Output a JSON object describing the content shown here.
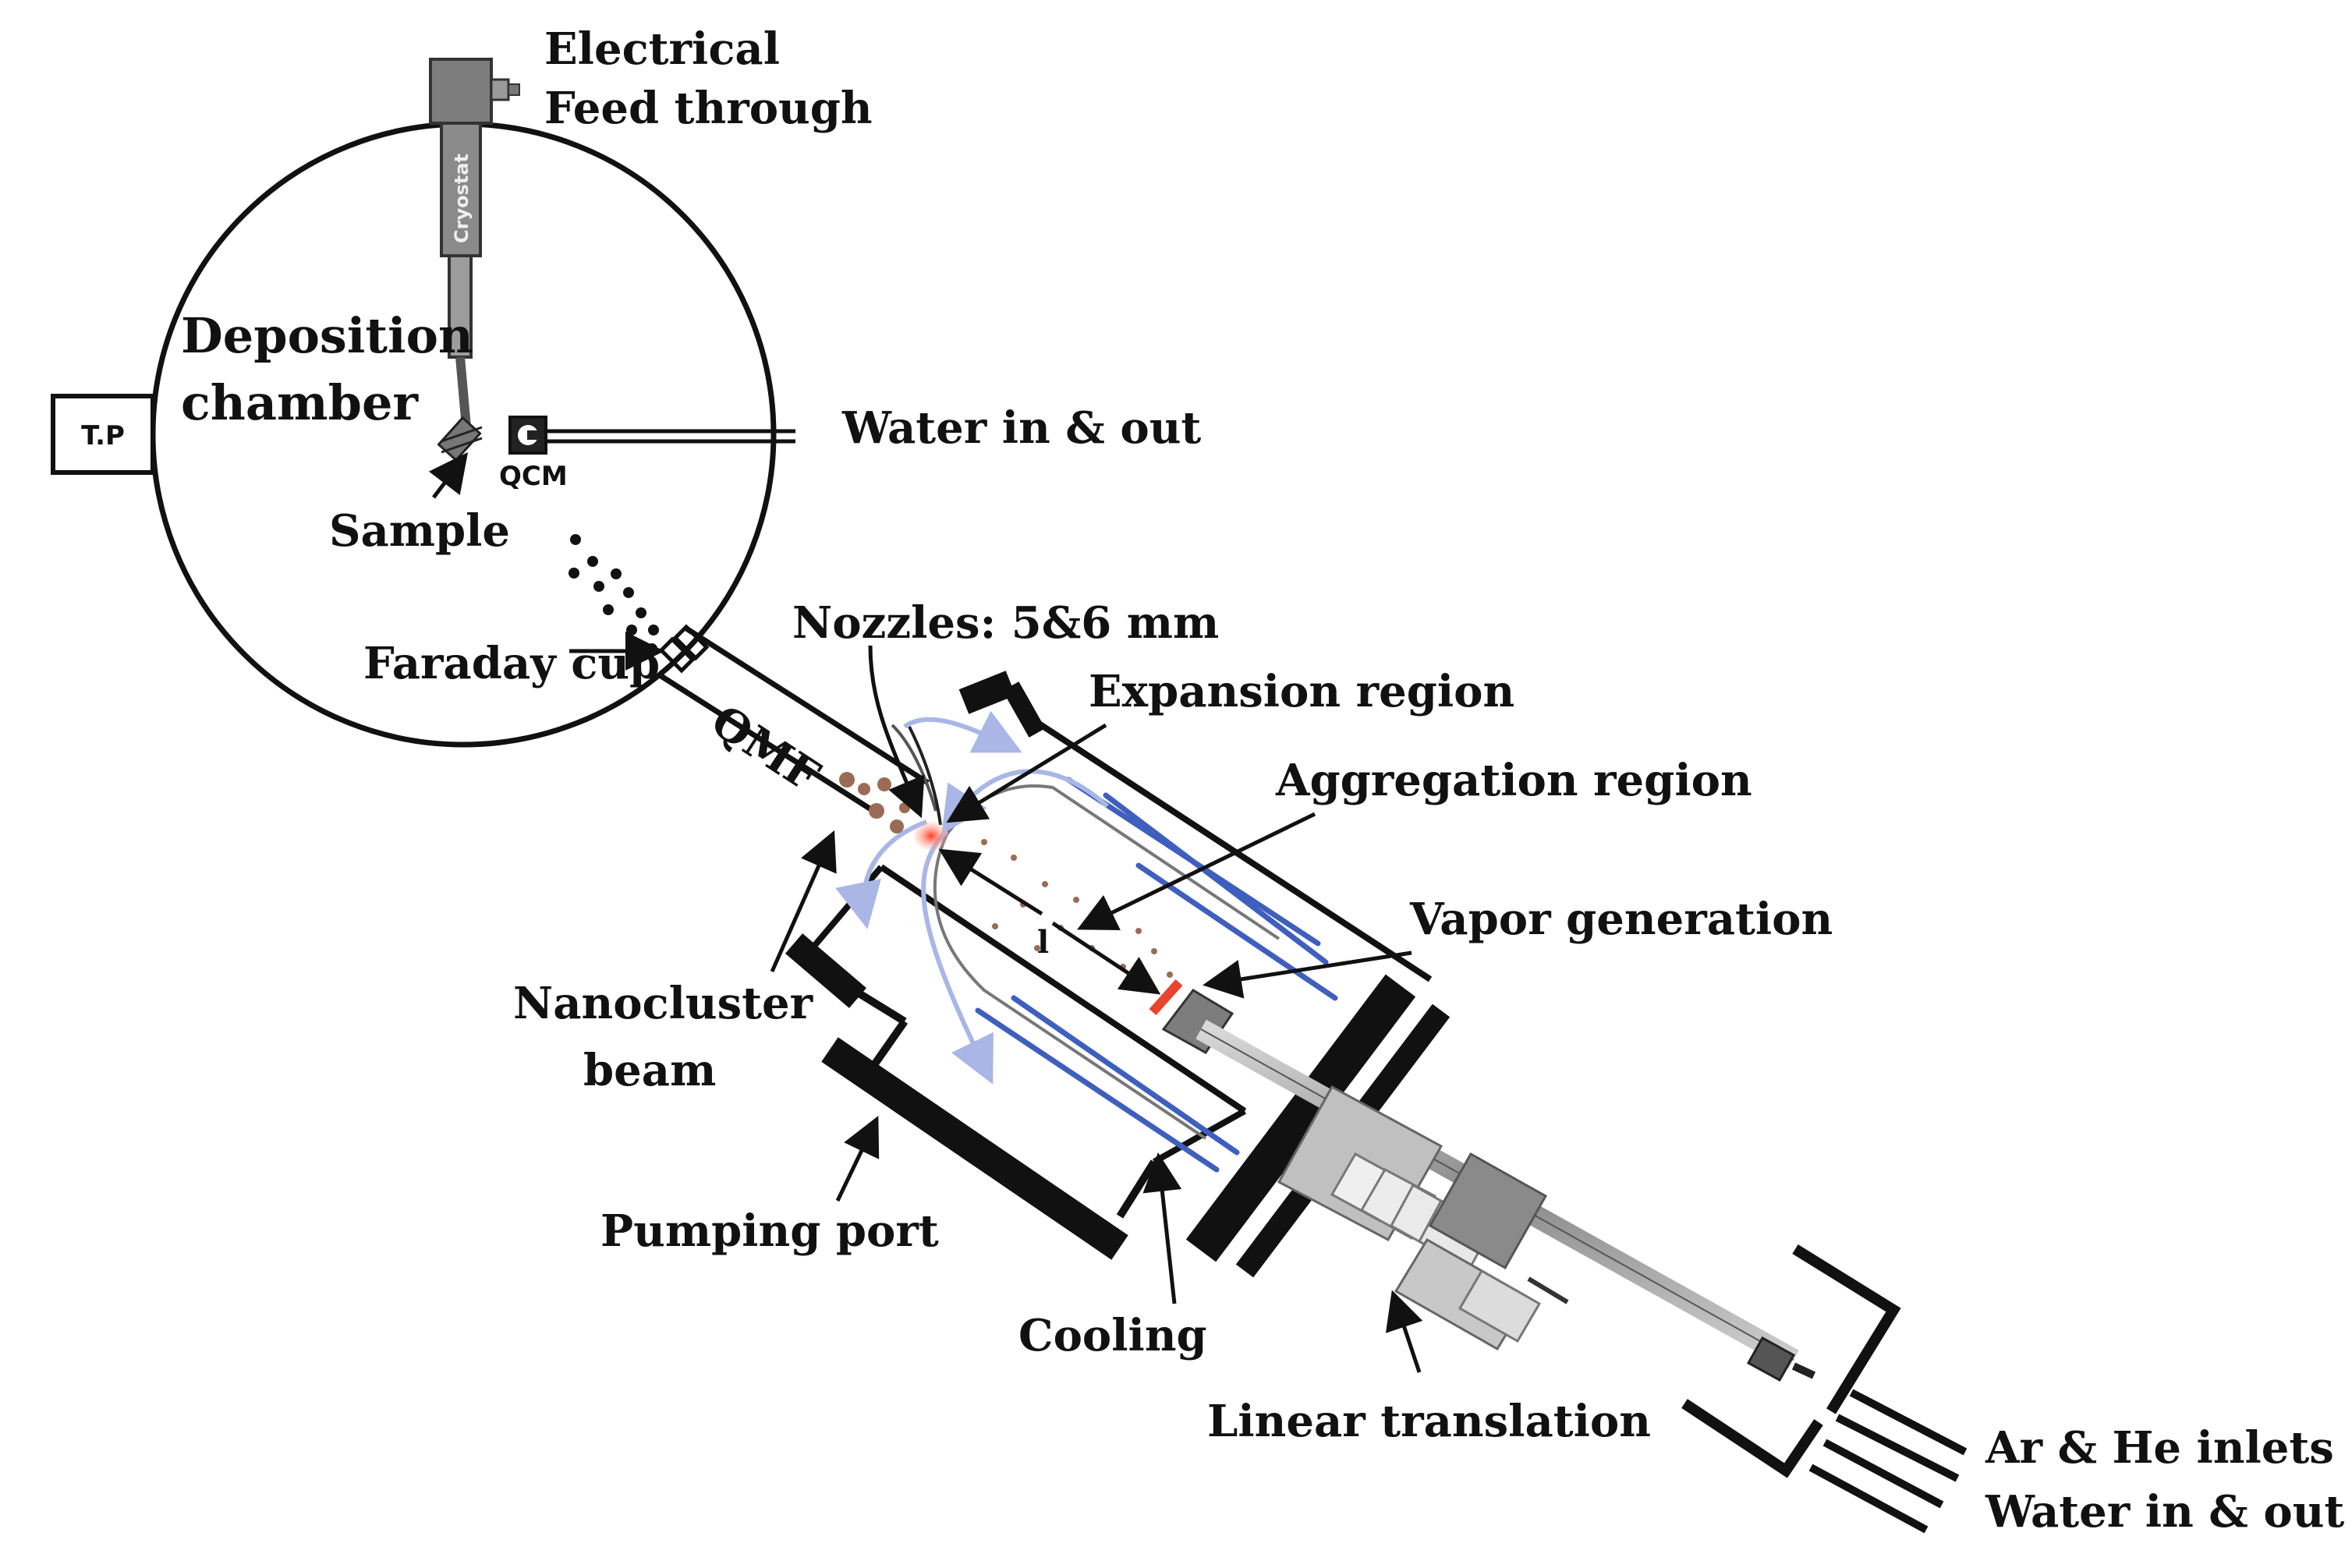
{
  "labels": {
    "electrical_1": "Electrical",
    "electrical_2": "Feed through",
    "cryostat": "Cryostat",
    "deposition_1": "Deposition",
    "deposition_2": "chamber",
    "tp": "T.P",
    "qcm": "QCM",
    "sample": "Sample",
    "water_top": "Water in & out",
    "faraday": "Faraday cup",
    "qmf": "QMF",
    "nozzles": "Nozzles: 5&6 mm",
    "expansion": "Expansion region",
    "aggregation": "Aggregation region",
    "vapor": "Vapor generation",
    "nano_1": "Nanocluster",
    "nano_2": "beam",
    "pumping": "Pumping port",
    "cooling": "Cooling",
    "linear": "Linear translation",
    "inlets_1": "Ar & He inlets",
    "inlets_2": "Water in & out",
    "length_mark": "l"
  },
  "colors": {
    "line": "#111111",
    "cooling_tube": "#3f5fbf",
    "flow_arrow": "#a9b6e6",
    "hot_spot": "#e8452c",
    "particles": "#9a6b55",
    "metal": "#8c8c8c"
  }
}
